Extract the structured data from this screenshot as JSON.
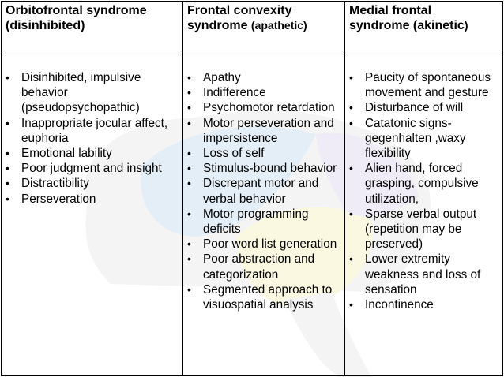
{
  "columns": [
    {
      "header_line1": "Orbitofrontal syndrome",
      "header_line2": "(disinhibited)",
      "header_line2_suffix": "",
      "items": [
        "Disinhibited, impulsive behavior (pseudopsychopathic)",
        "Inappropriate jocular affect, euphoria",
        "Emotional lability",
        "Poor judgment and insight",
        "Distractibility",
        "Perseveration"
      ]
    },
    {
      "header_line1": "Frontal convexity",
      "header_line2": "syndrome ",
      "header_line2_suffix": "(apathetic)",
      "items": [
        "Apathy",
        "Indifference",
        "Psychomotor retardation",
        "Motor perseveration and impersistence",
        "Loss of self",
        "Stimulus-bound behavior",
        "Discrepant motor and verbal behavior",
        "Motor programming deficits",
        "Poor word list generation",
        "Poor abstraction and categorization",
        "Segmented approach to visuospatial  analysis"
      ]
    },
    {
      "header_line1": "Medial frontal",
      "header_line2": "syndrome (akinetic",
      "header_line2_suffix": ")",
      "items": [
        "Paucity of spontaneous movement and gesture",
        "Disturbance of will",
        "Catatonic signs-gegenhalten ,waxy flexibility",
        "Alien hand, forced grasping, compulsive utilization,",
        "Sparse verbal output (repetition may be preserved)",
        "Lower extremity weakness and loss of sensation",
        "Incontinence"
      ]
    }
  ],
  "colors": {
    "background": "#ffffff",
    "border": "#000000",
    "watermark_blue": "#9fc3e6",
    "watermark_yellow": "#f2e79a",
    "watermark_purple": "#c9b8e6",
    "watermark_gray": "#d8d8d8"
  },
  "icons": {
    "watermark": "brain-illustration"
  }
}
